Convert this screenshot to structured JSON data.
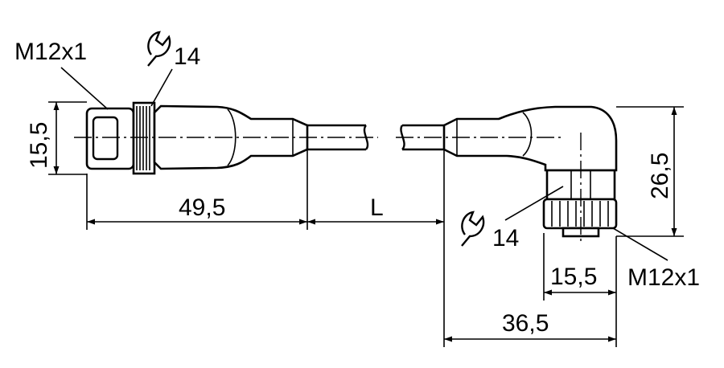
{
  "drawing": {
    "left_connector": {
      "thread_label": "M12x1",
      "wrench_size": "14",
      "diameter": "15,5",
      "length": "49,5"
    },
    "cable": {
      "length_label": "L"
    },
    "right_connector": {
      "thread_label": "M12x1",
      "wrench_size": "14",
      "height": "26,5",
      "nut_width": "15,5",
      "overall_width": "36,5"
    }
  }
}
